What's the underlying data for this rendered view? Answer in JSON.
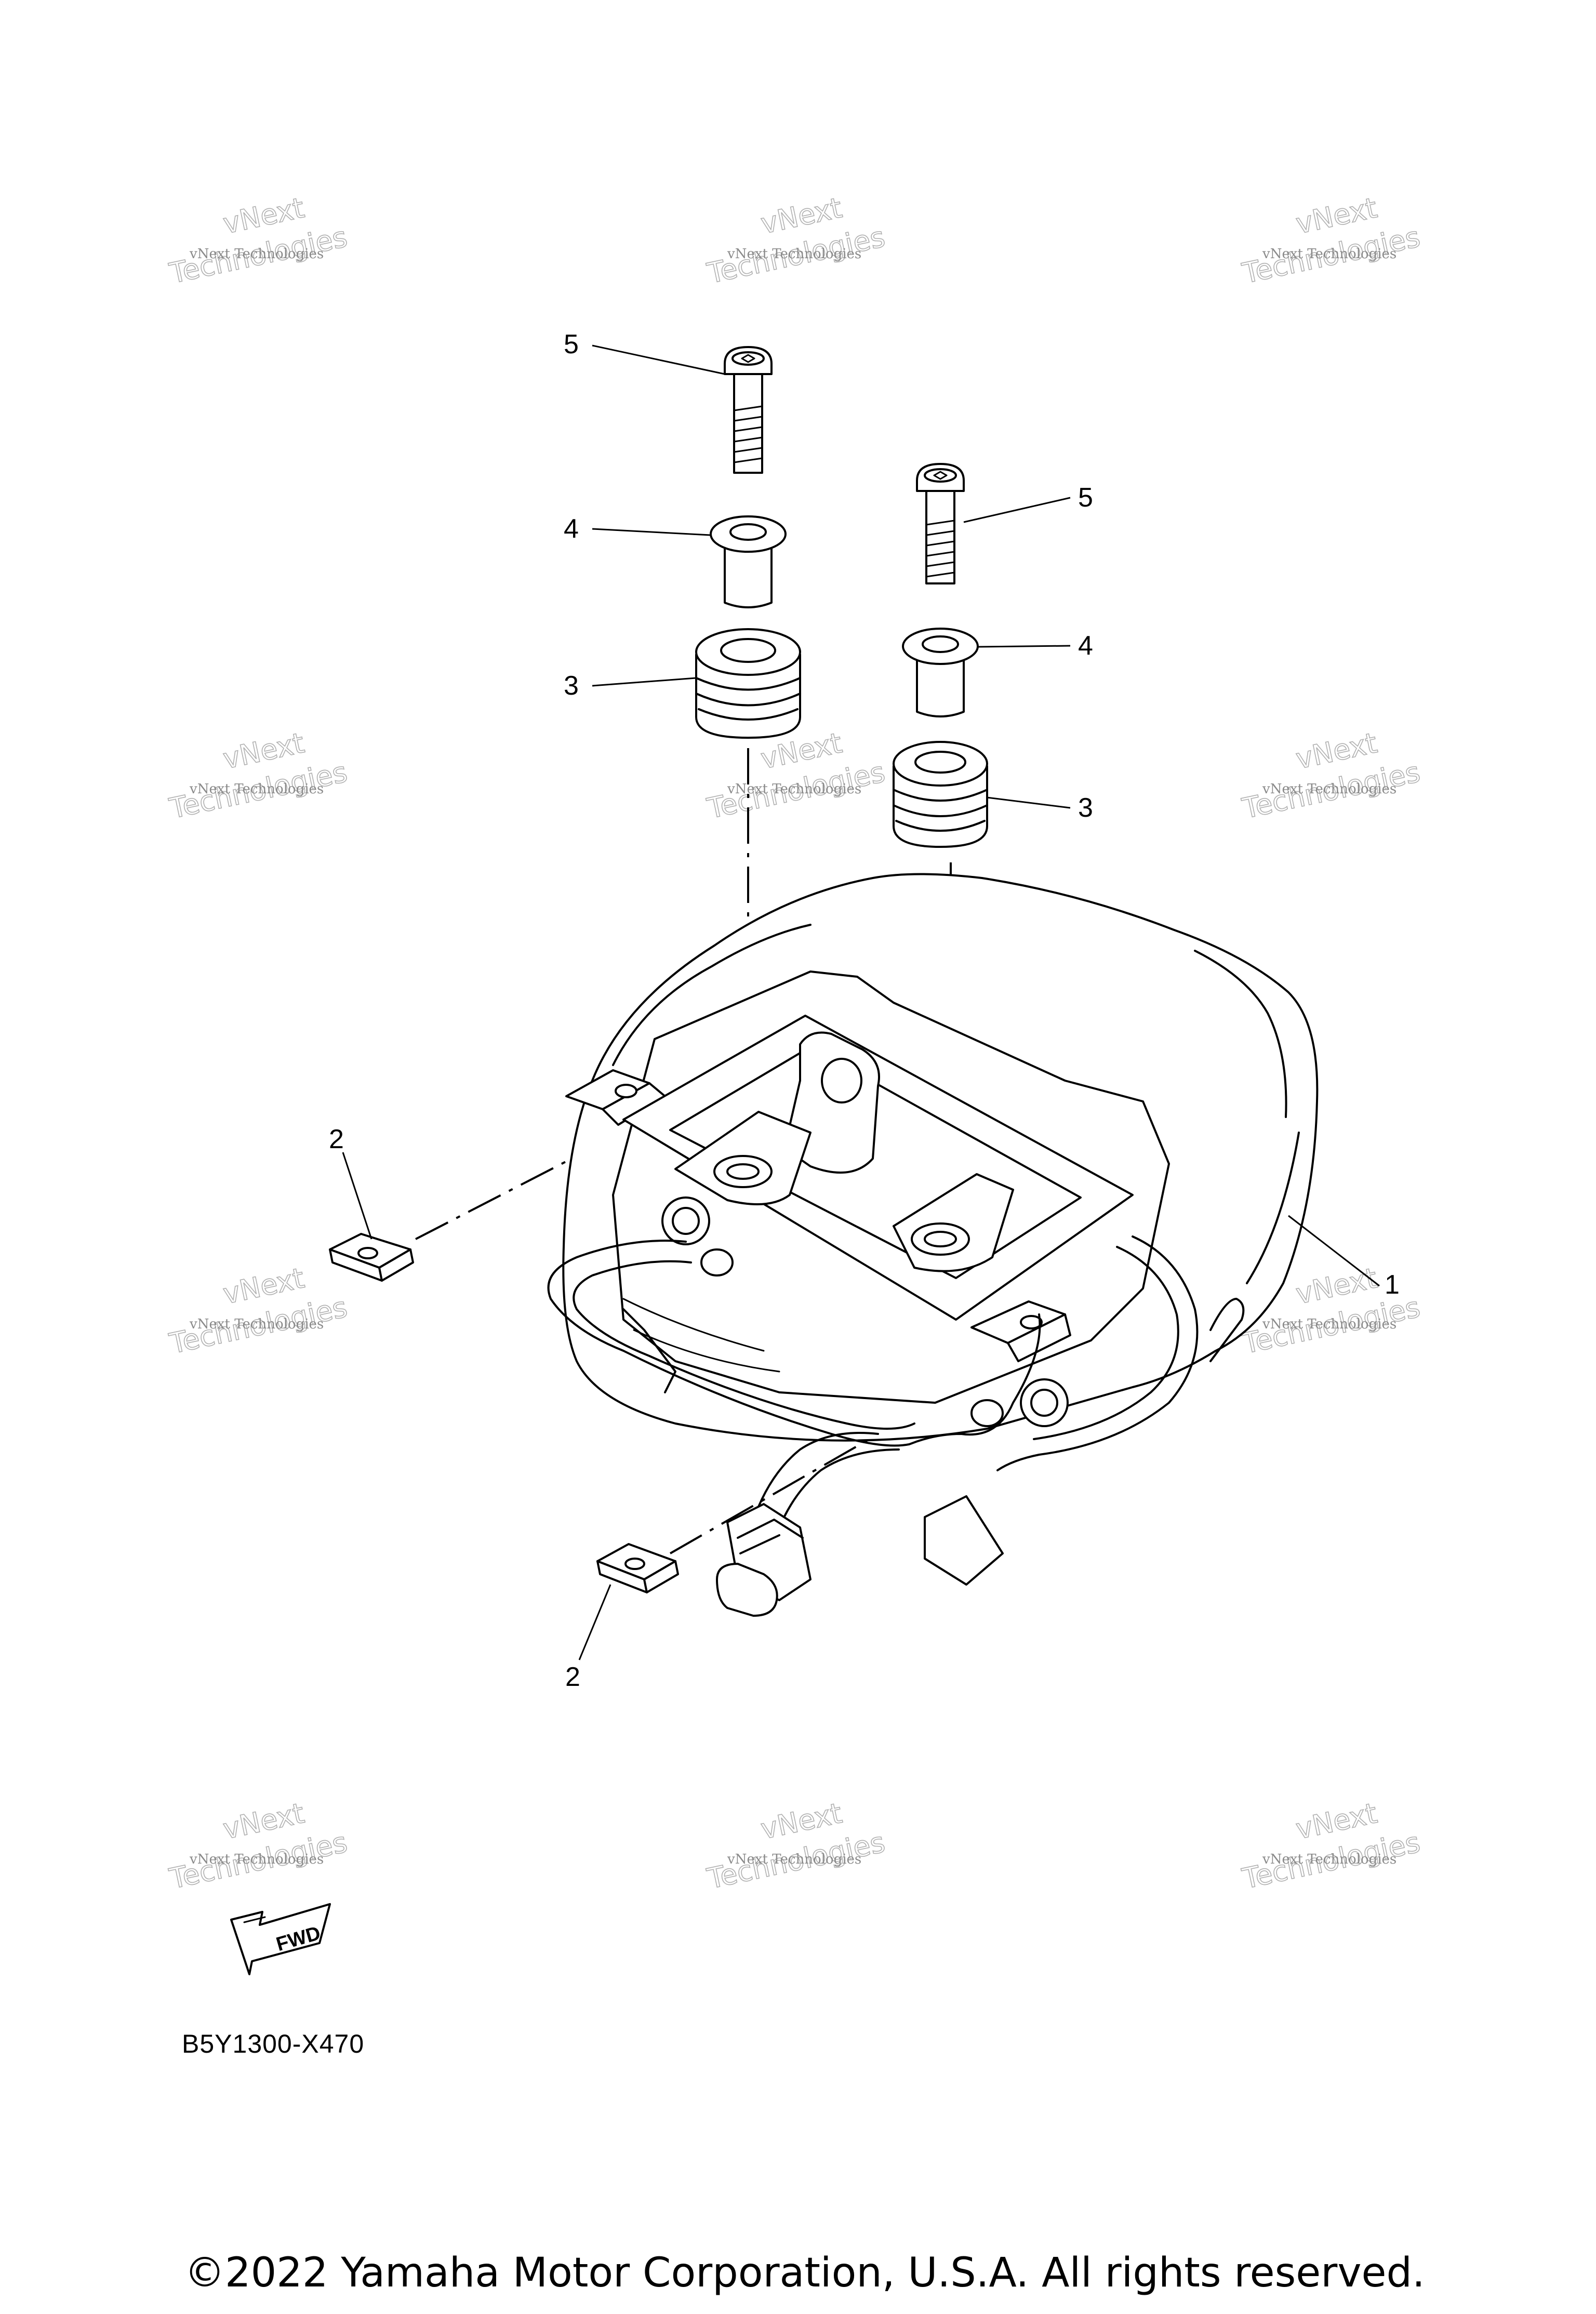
{
  "callouts": {
    "c5a": "5",
    "c4a": "4",
    "c3a": "3",
    "c5b": "5",
    "c4b": "4",
    "c3b": "3",
    "c2a": "2",
    "c1": "1",
    "c2b": "2"
  },
  "fwd_label": "FWD",
  "diagram_code": "B5Y1300-X470",
  "copyright": "©2022 Yamaha Motor Corporation, U.S.A. All rights reserved.",
  "watermark": {
    "line1": "vNext Technologies",
    "line2": "Technologies",
    "overlay": "vNext"
  },
  "parts": [
    {
      "ref": "1",
      "icon": "tail-light-assembly-icon"
    },
    {
      "ref": "2",
      "icon": "nut-clip-icon"
    },
    {
      "ref": "3",
      "icon": "grommet-icon"
    },
    {
      "ref": "4",
      "icon": "collar-icon"
    },
    {
      "ref": "5",
      "icon": "screw-icon"
    }
  ]
}
